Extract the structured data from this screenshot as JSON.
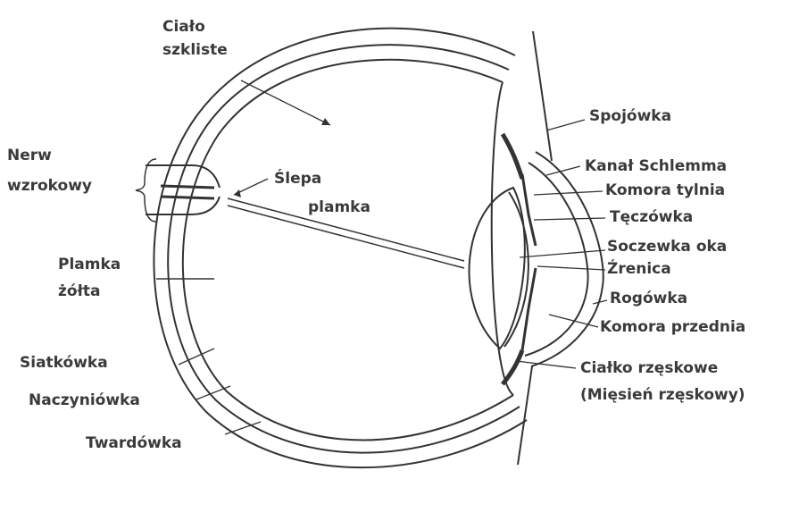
{
  "labels": {
    "vitreous_line1": "Ciało",
    "vitreous_line2": "szkliste",
    "optic_nerve_line1": "Nerw",
    "optic_nerve_line2": "wzrokowy",
    "blind_spot_line1": "Ślepa",
    "blind_spot_line2": "plamka",
    "macula_line1": "Plamka",
    "macula_line2": "żółta",
    "retina": "Siatkówka",
    "choroid": "Naczyniówka",
    "sclera": "Twardówka",
    "conjunctiva": "Spojówka",
    "schlemm_canal": "Kanał Schlemma",
    "posterior_chamber": "Komora tylnia",
    "iris": "Tęczówka",
    "lens": "Soczewka oka",
    "pupil": "Źrenica",
    "cornea": "Rogówka",
    "anterior_chamber": "Komora przednia",
    "ciliary_body_line1": "Ciałko rzęskowe",
    "ciliary_body_line2": "(Mięsień rzęskowy)"
  }
}
